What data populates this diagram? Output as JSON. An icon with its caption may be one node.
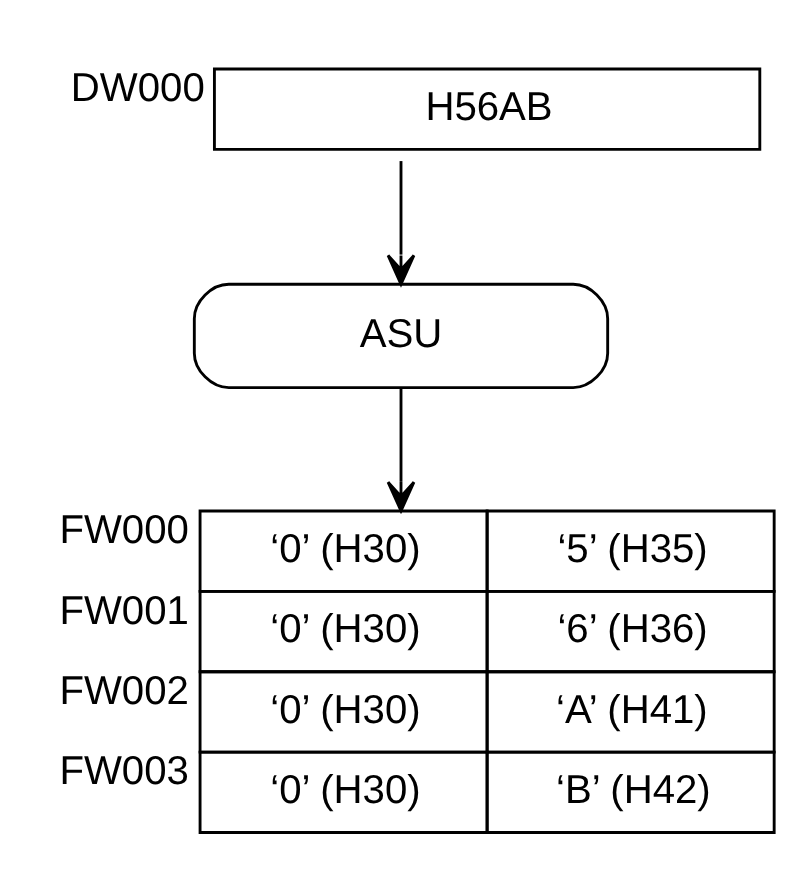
{
  "diagram": {
    "nodes": [
      {
        "text": [
          "H56AB"
        ],
        "beside": [
          "DW000"
        ]
      },
      {
        "text": [
          "ASU"
        ]
      },
      {
        "text": [
          "‘0’ (H30)",
          "‘5’ (H35)",
          "‘0’ (H30)",
          "‘6’ (H36)",
          "‘0’ (H30)",
          "‘A’ (H41)",
          "‘0’ (H30)",
          "‘B’ (H42)"
        ],
        "beside": [
          "FW000",
          "FW001",
          "FW002",
          "FW003"
        ]
      }
    ],
    "edges": [
      {
        "from": 0,
        "to": 1,
        "arrow": "to"
      },
      {
        "from": 1,
        "to": 2,
        "arrow": "to"
      }
    ]
  }
}
